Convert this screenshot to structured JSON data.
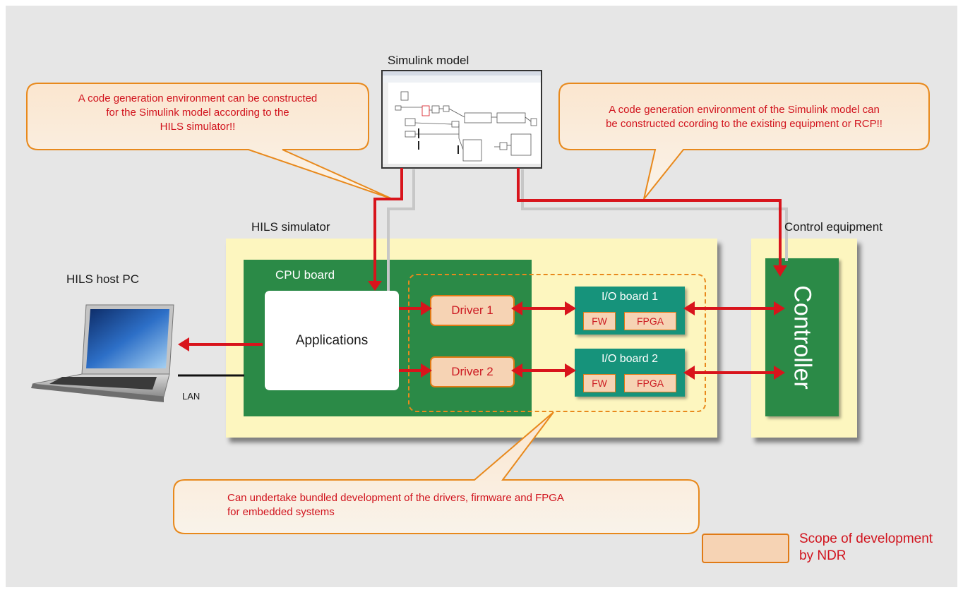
{
  "labels": {
    "simulink_model": "Simulink model",
    "hils_simulator": "HILS simulator",
    "control_equipment": "Control equipment",
    "hils_host_pc": "HILS host PC",
    "cpu_board": "CPU board",
    "applications": "Applications",
    "lan": "LAN",
    "controller": "Controller"
  },
  "drivers": [
    "Driver 1",
    "Driver 2"
  ],
  "io_boards": [
    {
      "title": "I/O board 1",
      "fw": "FW",
      "fpga": "FPGA"
    },
    {
      "title": "I/O board 2",
      "fw": "FW",
      "fpga": "FPGA"
    }
  ],
  "callouts": {
    "left": [
      "A code generation environment can be constructed",
      "for the Simulink model according to the",
      "HILS simulator!!"
    ],
    "right": [
      "A code generation environment of the Simulink model can",
      "be  constructed ccording to the existing equipment or RCP!!"
    ],
    "bottom": [
      "Can undertake bundled development of the drivers, firmware and FPGA",
      "for embedded systems"
    ]
  },
  "legend": [
    "Scope of development",
    "by NDR"
  ],
  "colors": {
    "arrow_red": "#d8141c",
    "board_green": "#2b8a47",
    "io_teal": "#16937b",
    "panel_yellow": "#fdf6bf",
    "scope_fill": "#f6d3b4",
    "scope_border": "#e07a15",
    "callout_text": "#d1141e"
  }
}
